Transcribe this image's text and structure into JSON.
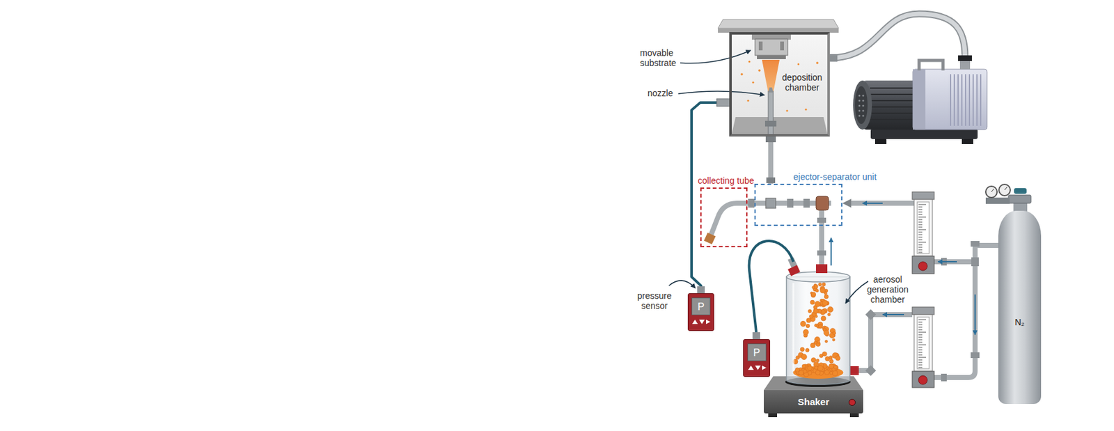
{
  "diagram": {
    "nodes": [
      {
        "text": [
          "deposition chamber"
        ]
      },
      {
        "text": [
          "collecting tube"
        ]
      },
      {
        "text": [
          "ejector-separator unit"
        ]
      },
      {
        "text": [
          "P"
        ]
      },
      {
        "text": [
          "P"
        ]
      },
      {
        "text": [
          "Shaker"
        ]
      },
      {
        "text": [
          "N₂"
        ]
      }
    ],
    "edges": [
      {
        "from": 0,
        "to": 2,
        "arrow": "none"
      },
      {
        "from": 3,
        "to": 0,
        "arrow": "none"
      },
      {
        "from": 6,
        "to": 2,
        "arrow": "to"
      }
    ],
    "labels": [
      "movable substrate",
      "nozzle",
      "pressure sensor",
      "aerosol generation chamber"
    ]
  }
}
